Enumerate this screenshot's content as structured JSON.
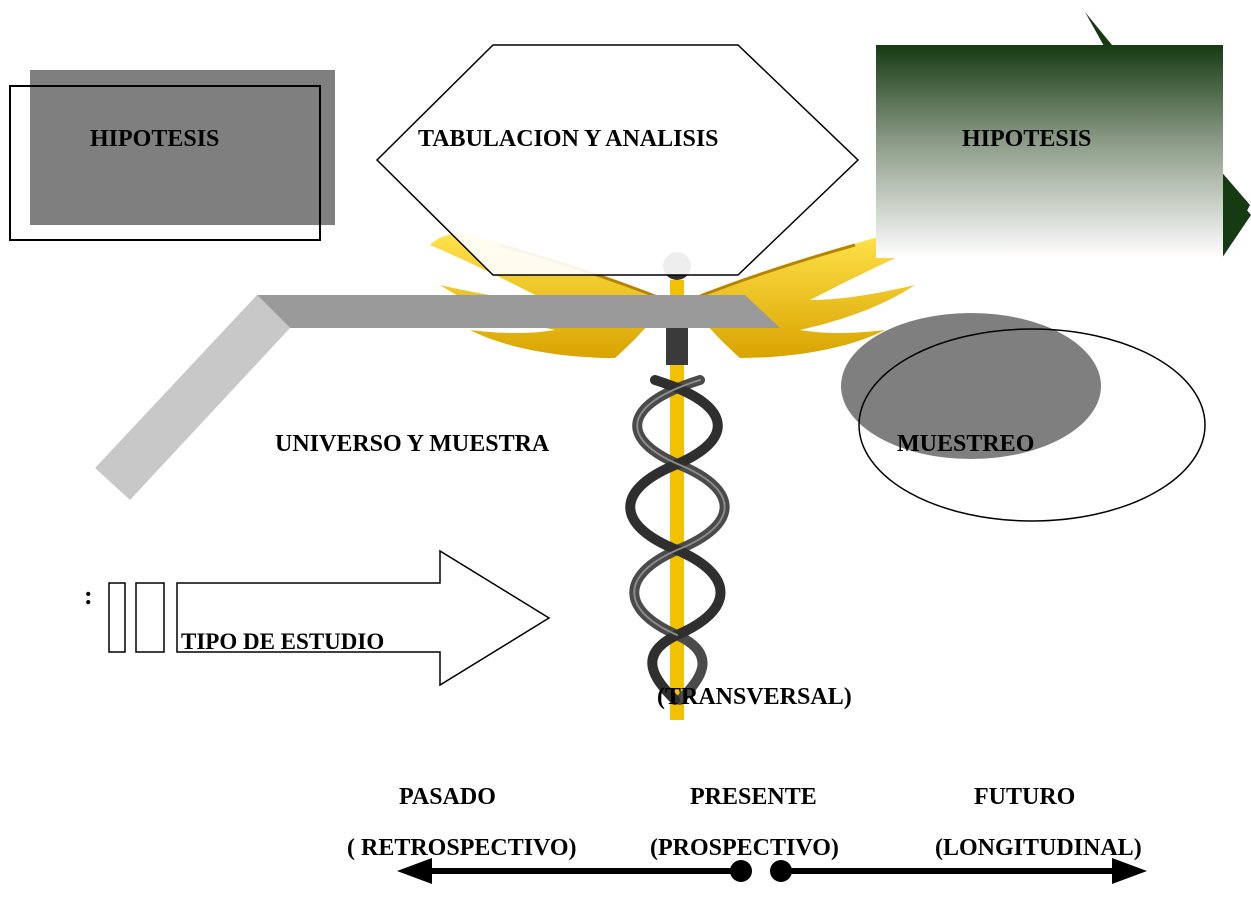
{
  "diagram": {
    "hypothesis_left": "HIPOTESIS",
    "tabulation": "TABULACION Y ANALISIS",
    "hypothesis_right": "HIPOTESIS",
    "universe": "UNIVERSO Y MUESTRA",
    "sampling": "MUESTREO",
    "study_type": "TIPO DE ESTUDIO",
    "colon_mark": ":",
    "transversal": "(TRANSVERSAL)",
    "timeline": {
      "past": "PASADO",
      "present": "PRESENTE",
      "future": "FUTURO",
      "retrospective": "( RETROSPECTIVO)",
      "prospective": "(PROSPECTIVO)",
      "longitudinal": "(LONGITUDINAL)"
    }
  },
  "colors": {
    "dark_gray": "#7f7f7f",
    "light_gray": "#c8c8c8",
    "mid_gray": "#9a9a9a",
    "dark_green": "#163a12",
    "gold": "#f2c200",
    "snake_gray": "#4a4a4a",
    "text": "#000000"
  }
}
